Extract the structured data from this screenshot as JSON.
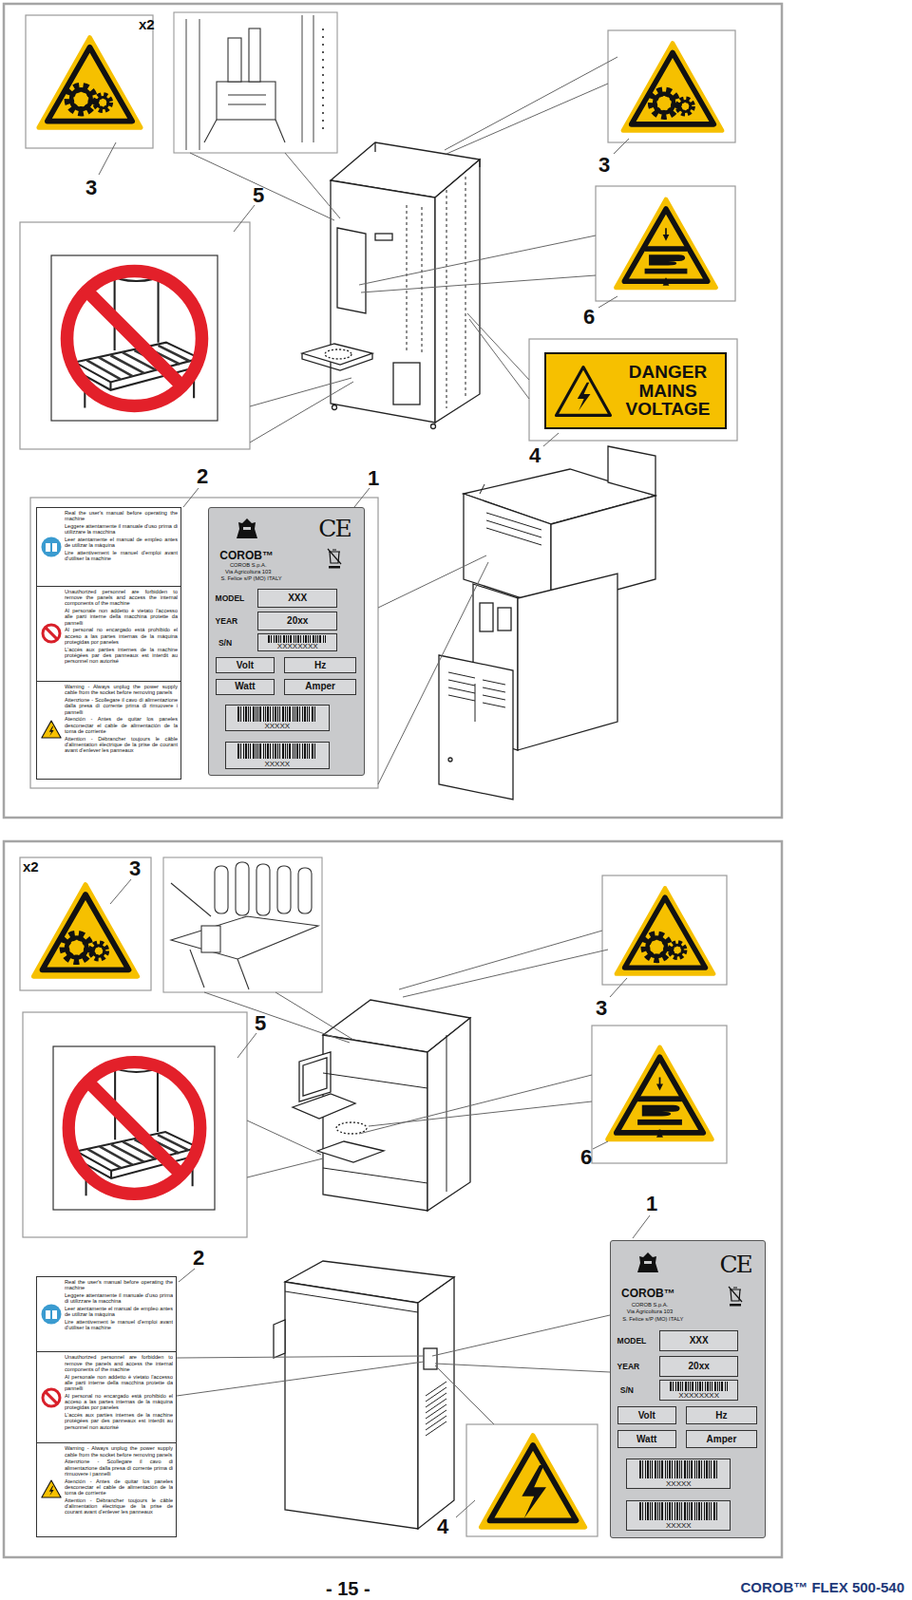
{
  "diagram": {
    "nodes": [
      {
        "text": [
          "DANGER MAINS VOLTAGE"
        ]
      },
      {
        "text": [
          "Real the user's manual before operating the machine",
          "Leggere attentamente il manuale d'uso prima di utilizzare la macchina",
          "Leer atentamente el manual de empleo antes de utilizar la máquina",
          "Lire attentivement le manuel d'emploi avant d'utiliser la machine"
        ]
      },
      {
        "text": [
          "Unauthorized personnel are forbidden to remove the panels and access the internal components of the machine",
          "Al personale non addetto è vietato l'accesso alle parti interne della macchina protette da pannelli",
          "Al personal no encargado está prohibido el acceso a las partes internas de la máquina protegidas por paneles",
          "L'accès aux parties internes de la machine protégées par des panneaux est interdit au personnel non autorisé"
        ]
      },
      {
        "text": [
          "Warning - Always unplug the power supply cable from the socket before removing panels",
          "Attenzione - Scollegare il cavo di alimentazione dalla presa di corrente prima di rimuovere i pannelli",
          "Atención - Antes de quitar los paneles desconectar el cable de alimentación de la toma de corriente",
          "Attention - Débrancher toujours le câble d'alimentation électrique de la prise de courant avant d'enlever les panneaux"
        ]
      },
      {
        "text": [
          "COROB™",
          "COROB S.p.A.",
          "Via Agricoltura 103",
          "S. Felice s/P (MO) ITALY",
          "CE",
          "MODEL",
          "YEAR",
          "S/N"
        ]
      },
      {
        "text": [
          "XXX"
        ],
        "in": 4
      },
      {
        "text": [
          "20xx"
        ],
        "in": 4
      },
      {
        "text": [
          "XXXXXXXX"
        ],
        "in": 4
      },
      {
        "text": [
          "Volt"
        ],
        "in": 4
      },
      {
        "text": [
          "Hz"
        ],
        "in": 4
      },
      {
        "text": [
          "Watt"
        ],
        "in": 4
      },
      {
        "text": [
          "Amper"
        ],
        "in": 4
      },
      {
        "text": [
          "XXXXX"
        ],
        "in": 4
      },
      {
        "text": [
          "XXXXX"
        ],
        "in": 4
      },
      {
        "text": [
          "Real the user's manual before operating the machine",
          "Leggere attentamente il manuale d'uso prima di utilizzare la macchina",
          "Leer atentamente el manual de empleo antes de utilizar la máquina",
          "Lire attentivement le manuel d'emploi avant d'utiliser la machine"
        ]
      },
      {
        "text": [
          "Unauthorized personnel are forbidden to remove the panels and access the internal components of the machine",
          "Al personale non addetto è vietato l'accesso alle parti interne della macchina protette da pannelli",
          "Al personal no encargado está prohibido el acceso a las partes internas de la máquina protegidas por paneles",
          "L'accès aux parties internes de la machine protégées par des panneaux est interdit au personnel non autorisé"
        ]
      },
      {
        "text": [
          "Warning - Always unplug the power supply cable from the socket before removing panels",
          "Attenzione - Scollegare il cavo di alimentazione dalla presa di corrente prima di rimuovere i pannelli",
          "Atención - Antes de quitar los paneles desconectar el cable de alimentación de la toma de corriente",
          "Attention - Débrancher toujours le câble d'alimentation électrique de la prise de courant avant d'enlever les panneaux"
        ]
      },
      {
        "text": [
          "COROB™",
          "COROB S.p.A.",
          "Via Agricoltura 103",
          "S. Felice s/P (MO) ITALY",
          "CE",
          "MODEL",
          "YEAR",
          "S/N"
        ]
      },
      {
        "text": [
          "XXX"
        ],
        "in": 17
      },
      {
        "text": [
          "20xx"
        ],
        "in": 17
      },
      {
        "text": [
          "XXXXXXXX"
        ],
        "in": 17
      },
      {
        "text": [
          "Volt"
        ],
        "in": 17
      },
      {
        "text": [
          "Hz"
        ],
        "in": 17
      },
      {
        "text": [
          "Watt"
        ],
        "in": 17
      },
      {
        "text": [
          "Amper"
        ],
        "in": 17
      },
      {
        "text": [
          "XXXXX"
        ],
        "in": 17
      },
      {
        "text": [
          "XXXXX"
        ],
        "in": 17
      }
    ],
    "labels": [
      "x2",
      "3",
      "5",
      "3",
      "6",
      "4",
      "2",
      "1",
      "x2",
      "3",
      "5",
      "3",
      "6",
      "1",
      "2",
      "4",
      "- 15 -",
      "COROB™ FLEX 500-540"
    ]
  }
}
